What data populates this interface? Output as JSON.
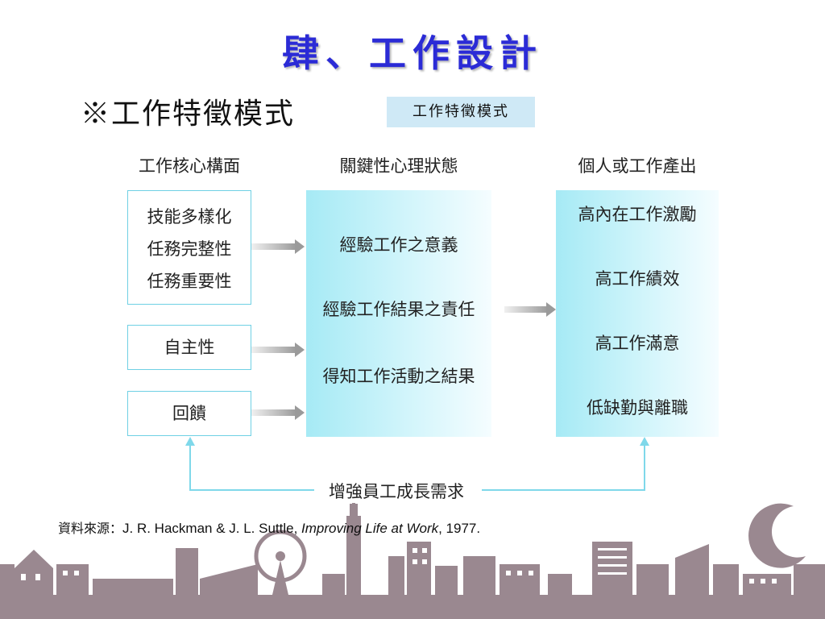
{
  "slide": {
    "title": "肆、工作設計",
    "subtitle": "※工作特徵模式",
    "badge": "工作特徵模式"
  },
  "diagram": {
    "columns": {
      "core": "工作核心構面",
      "states": "關鍵性心理狀態",
      "outcomes": "個人或工作產出"
    },
    "core_boxes": {
      "box1": [
        "技能多樣化",
        "任務完整性",
        "任務重要性"
      ],
      "box2": "自主性",
      "box3": "回饋"
    },
    "states": [
      "經驗工作之意義",
      "經驗工作結果之責任",
      "得知工作活動之結果"
    ],
    "outcomes": [
      "高內在工作激勵",
      "高工作績效",
      "高工作滿意",
      "低缺勤與離職"
    ],
    "moderator": "增強員工成長需求"
  },
  "source": {
    "label": "資料來源：",
    "authors": "J. R. Hackman & J. L. Suttle, ",
    "work": "Improving Life at Work",
    "year": ", 1977."
  },
  "colors": {
    "title": "#2b2bd6",
    "box_border": "#6fd0e4",
    "connector": "#7fd8ea",
    "skyline": "#9a8890"
  }
}
